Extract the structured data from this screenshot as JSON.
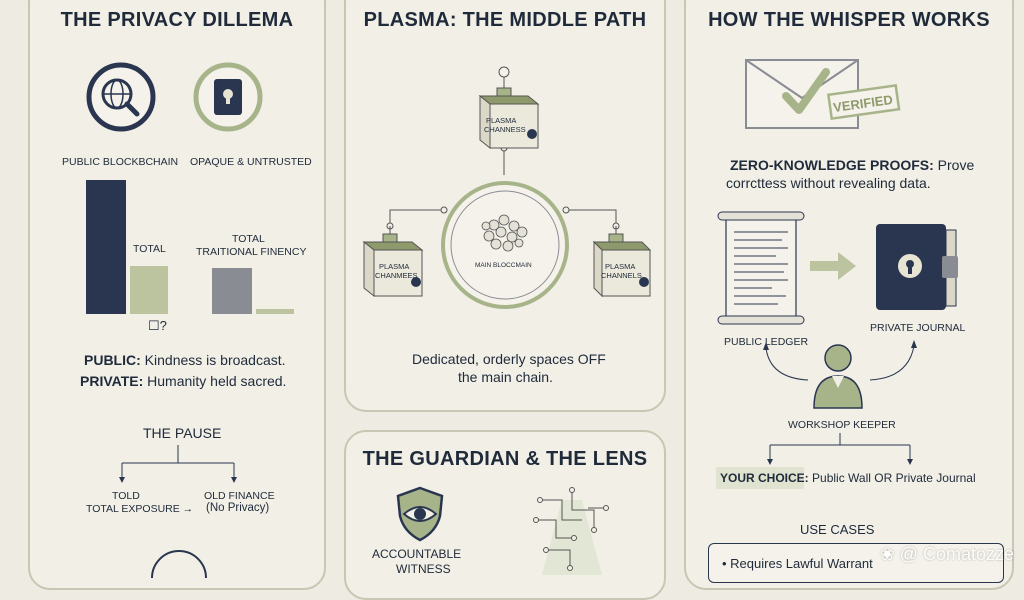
{
  "panel1": {
    "title": "THE PRIVACY DILLEMA",
    "icon_left_label": "PUBLIC BLOCKBCHAIN",
    "icon_right_label": "OPAQUE & UNTRUSTED",
    "bar_label_a": "TOTAL",
    "bar_label_b_line1": "TOTAL",
    "bar_label_b_line2": "TRAITIONAL FINENCY",
    "bar_note": "☐?",
    "public_key": "PUBLIC:",
    "public_val": "Kindness is broadcast.",
    "private_key": "PRIVATE:",
    "private_val": "Humanity held sacred.",
    "pause_title": "THE PAUSE",
    "pause_left_line1": "TOLD",
    "pause_left_line2": "TOTAL EXPOSURE →",
    "pause_right_line1": "OLD FINANCE",
    "pause_right_line2": "(No Privacy)"
  },
  "panel2": {
    "title": "PLASMA: THE MIDDLE PATH",
    "top_cube_line1": "PLASMA",
    "top_cube_line2": "CHANNESS",
    "left_cube_line1": "PLASMA",
    "left_cube_line2": "CHANMEES",
    "right_cube_line1": "PLASMA",
    "right_cube_line2": "CHANNELS",
    "center_label": "MAIN BLOCCMAIN",
    "caption_line1": "Dedicated, orderly spaces OFF",
    "caption_line2": "the main chain."
  },
  "panel3": {
    "title": "THE GUARDIAN & THE LENS",
    "shield_label_line1": "ACCOUNTABLE",
    "shield_label_line2": "WITNESS"
  },
  "panel4": {
    "title": "HOW THE WHISPER WORKS",
    "stamp": "VERIFIED",
    "zk_key": "ZERO-KNOWLEDGE PROOFS:",
    "zk_line1_rest": "Prove",
    "zk_line2": "corrcttess without revealing data.",
    "public_ledger": "PUBLIC LEDGER",
    "private_journal": "PRIVATE JOURNAL",
    "keeper": "WORKSHOP KEEPER",
    "choice_key": "YOUR CHOICE:",
    "choice_val": "Public Wall OR Private Journal",
    "use_cases_title": "USE CASES",
    "use_case_1": "•  Requires Lawful Warrant"
  },
  "watermark": "❀ @ Comatozze",
  "colors": {
    "navy": "#2a3650",
    "sage": "#a7b48a",
    "gray": "#8a8c93",
    "border": "#c9c6b3",
    "background": "#eeece2"
  }
}
